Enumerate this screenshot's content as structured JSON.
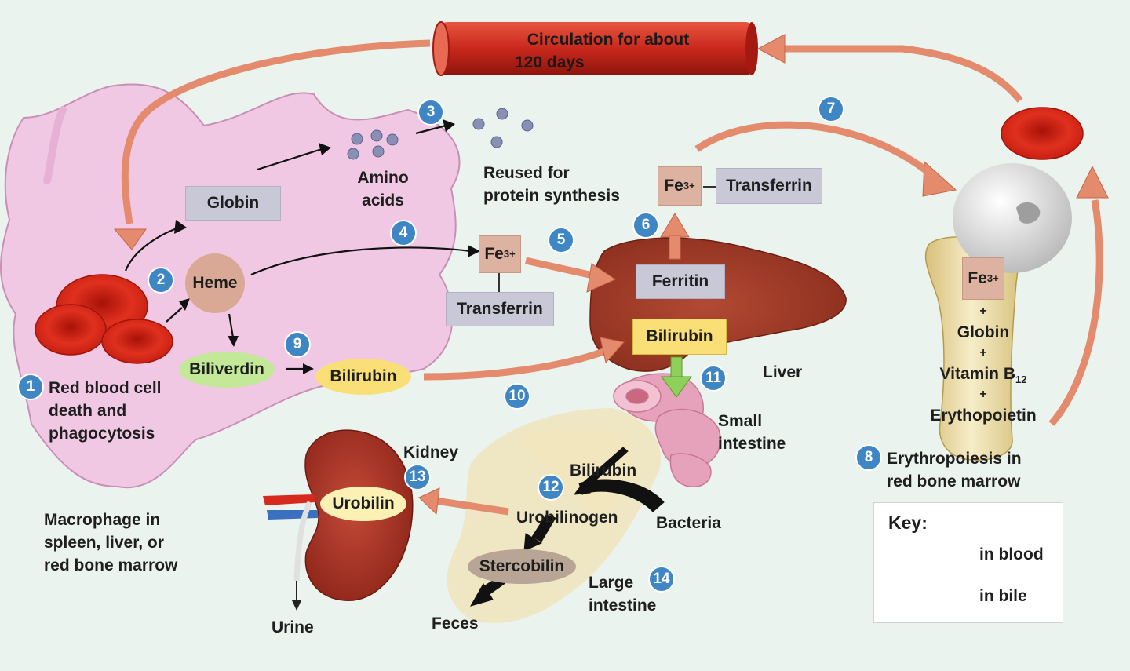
{
  "circulation": {
    "line1": "Circulation for about",
    "line2": "120 days"
  },
  "macrophage": {
    "globin": "Globin",
    "heme": "Heme",
    "biliverdin": "Biliverdin",
    "bilirubin": "Bilirubin",
    "amino_line1": "Amino",
    "amino_line2": "acids",
    "rbc_line1": "Red blood cell",
    "rbc_line2": "death and",
    "rbc_line3": "phagocytosis",
    "caption_line1": "Macrophage in",
    "caption_line2": "spleen, liver, or",
    "caption_line3": "red bone marrow"
  },
  "reused": {
    "line1": "Reused for",
    "line2": "protein synthesis"
  },
  "iron": {
    "fe": "Fe",
    "charge": "3+",
    "transferrin": "Transferrin"
  },
  "liver": {
    "ferritin": "Ferritin",
    "bilirubin": "Bilirubin",
    "label": "Liver"
  },
  "small_intestine": {
    "line1": "Small",
    "line2": "intestine"
  },
  "large_intestine": {
    "bilirubin": "Bilirubin",
    "urobilinogen": "Urobilinogen",
    "bacteria": "Bacteria",
    "stercobilin": "Stercobilin",
    "feces": "Feces",
    "line1": "Large",
    "line2": "intestine"
  },
  "kidney": {
    "label": "Kidney",
    "urobilin": "Urobilin",
    "urine": "Urine"
  },
  "marrow": {
    "fe": "Fe",
    "charge": "3+",
    "plus": "+",
    "globin": "Globin",
    "vitamin": "Vitamin B",
    "vitamin_sub": "12",
    "epo": "Erythopoietin",
    "erythro_line1": "Erythropoiesis in",
    "erythro_line2": "red bone marrow"
  },
  "steps": [
    "1",
    "2",
    "3",
    "4",
    "5",
    "6",
    "7",
    "8",
    "9",
    "10",
    "11",
    "12",
    "13",
    "14"
  ],
  "key": {
    "title": "Key:",
    "blood": "in blood",
    "bile": "in bile"
  },
  "colors": {
    "blood_arrow": "#e48a6d",
    "bile_arrow": "#8fd05a",
    "macrophage": "#f1c8e4",
    "step_badge": "#3f86c4",
    "liver": "#a8402c",
    "rbc": "#d9241a"
  },
  "icons": [
    "red-blood-cell-icon",
    "blood-vessel-icon",
    "amino-acid-dots-icon",
    "liver-icon",
    "small-intestine-icon",
    "large-intestine-icon",
    "kidney-icon",
    "bone-icon"
  ]
}
